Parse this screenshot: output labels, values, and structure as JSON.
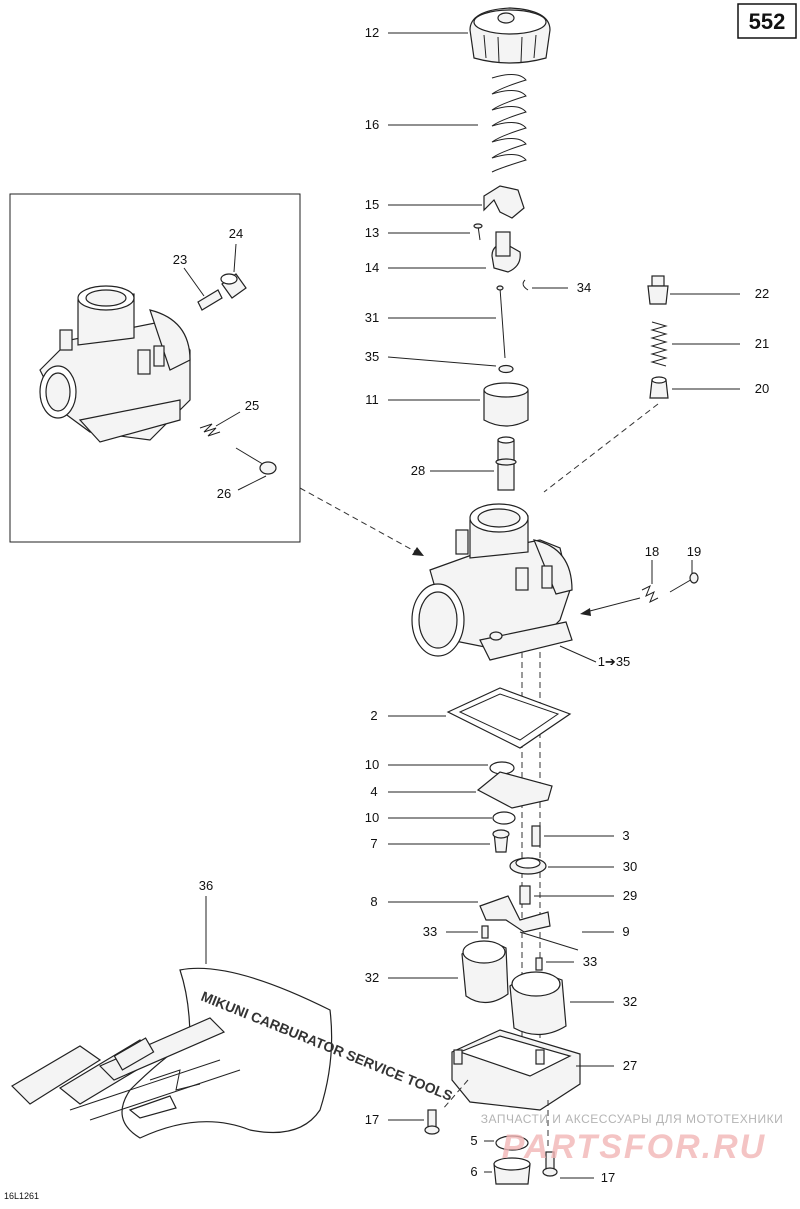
{
  "diagram": {
    "page_number": "552",
    "figure_code": "16L1261",
    "watermark_line": "ЗАПЧАСТИ И АКСЕССУАРЫ ДЛЯ МОТОТЕХНИКИ",
    "watermark_logo": "PARTSFOR.RU",
    "kit_text": "MIKUNI CARBURATOR SERVICE TOOLS",
    "callouts": {
      "c12": "12",
      "c16": "16",
      "c15": "15",
      "c13": "13",
      "c14": "14",
      "c34": "34",
      "c31": "31",
      "c35": "35",
      "c11": "11",
      "c28": "28",
      "c22": "22",
      "c21": "21",
      "c20": "20",
      "c24": "24",
      "c23": "23",
      "c25": "25",
      "c26": "26",
      "c18": "18",
      "c19": "19",
      "c1_35": "1➔35",
      "c2": "2",
      "c10a": "10",
      "c4": "4",
      "c10b": "10",
      "c7": "7",
      "c3": "3",
      "c30": "30",
      "c29": "29",
      "c8": "8",
      "c33a": "33",
      "c9": "9",
      "c33b": "33",
      "c32a": "32",
      "c32b": "32",
      "c36": "36",
      "c27": "27",
      "c17a": "17",
      "c5": "5",
      "c6": "6",
      "c17b": "17"
    }
  }
}
